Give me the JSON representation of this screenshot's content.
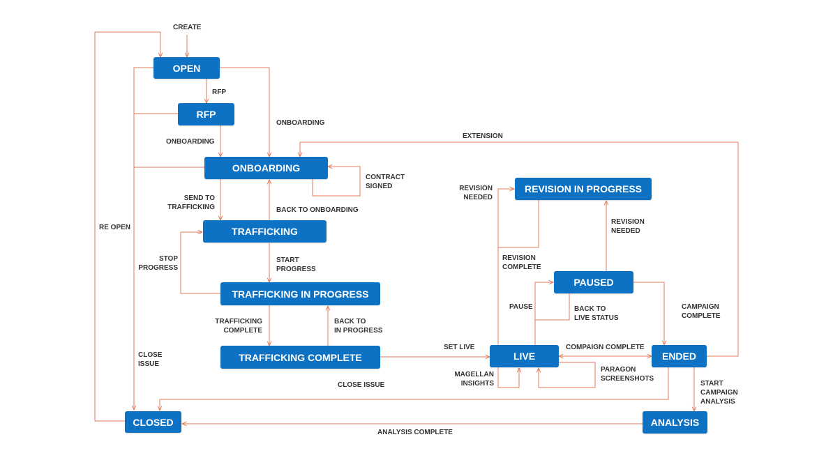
{
  "colors": {
    "node_fill": "#0e72c4",
    "node_text": "#ffffff",
    "edge": "#e07a5a",
    "label": "#333333"
  },
  "states": {
    "open": "OPEN",
    "rfp": "RFP",
    "onboarding": "ONBOARDING",
    "trafficking": "TRAFFICKING",
    "trafficking_in_progress": "TRAFFICKING IN PROGRESS",
    "trafficking_complete": "TRAFFICKING COMPLETE",
    "revision_in_progress": "REVISION IN PROGRESS",
    "paused": "PAUSED",
    "live": "LIVE",
    "ended": "ENDED",
    "closed": "CLOSED",
    "analysis": "ANALYSIS"
  },
  "transitions": {
    "create": "CREATE",
    "rfp": "RFP",
    "onboarding_from_open": "ONBOARDING",
    "onboarding_from_rfp": "ONBOARDING",
    "extension": "EXTENSION",
    "contract_signed": [
      "CONTRACT",
      "SIGNED"
    ],
    "send_to_trafficking": [
      "SEND TO",
      "TRAFFICKING"
    ],
    "back_to_onboarding": "BACK TO ONBOARDING",
    "re_open": "RE OPEN",
    "stop_progress": [
      "STOP",
      "PROGRESS"
    ],
    "start_progress": [
      "START",
      "PROGRESS"
    ],
    "trafficking_complete": [
      "TRAFFICKING",
      "COMPLETE"
    ],
    "back_to_in_progress": [
      "BACK TO",
      "IN PROGRESS"
    ],
    "close_issue_left": [
      "CLOSE",
      "ISSUE"
    ],
    "close_issue_bottom": "CLOSE ISSUE",
    "set_live": "SET LIVE",
    "revision_needed_left": [
      "REVISION",
      "NEEDED"
    ],
    "revision_needed_right": [
      "REVISION",
      "NEEDED"
    ],
    "revision_complete": [
      "REVISION",
      "COMPLETE"
    ],
    "pause": "PAUSE",
    "back_to_live_status": [
      "BACK TO",
      "LIVE STATUS"
    ],
    "campaign_complete": [
      "CAMPAIGN",
      "COMPLETE"
    ],
    "compaign_complete": "COMPAIGN COMPLETE",
    "magellan_insights": [
      "MAGELLAN",
      "INSIGHTS"
    ],
    "paragon_screenshots": [
      "PARAGON",
      "SCREENSHOTS"
    ],
    "start_campaign_analysis": [
      "START",
      "CAMPAIGN",
      "ANALYSIS"
    ],
    "analysis_complete": "ANALYSIS COMPLETE"
  }
}
